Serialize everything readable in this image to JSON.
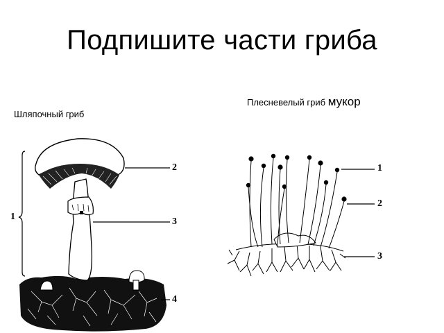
{
  "title": "Подпишите части гриба",
  "captions": {
    "cap_mushroom": "Шляпочный гриб",
    "mold_prefix": "Плесневелый гриб ",
    "mold_name": "мукор"
  },
  "mushroom_labels": [
    "1",
    "2",
    "3",
    "4"
  ],
  "mucor_labels": [
    "1",
    "2",
    "3"
  ]
}
